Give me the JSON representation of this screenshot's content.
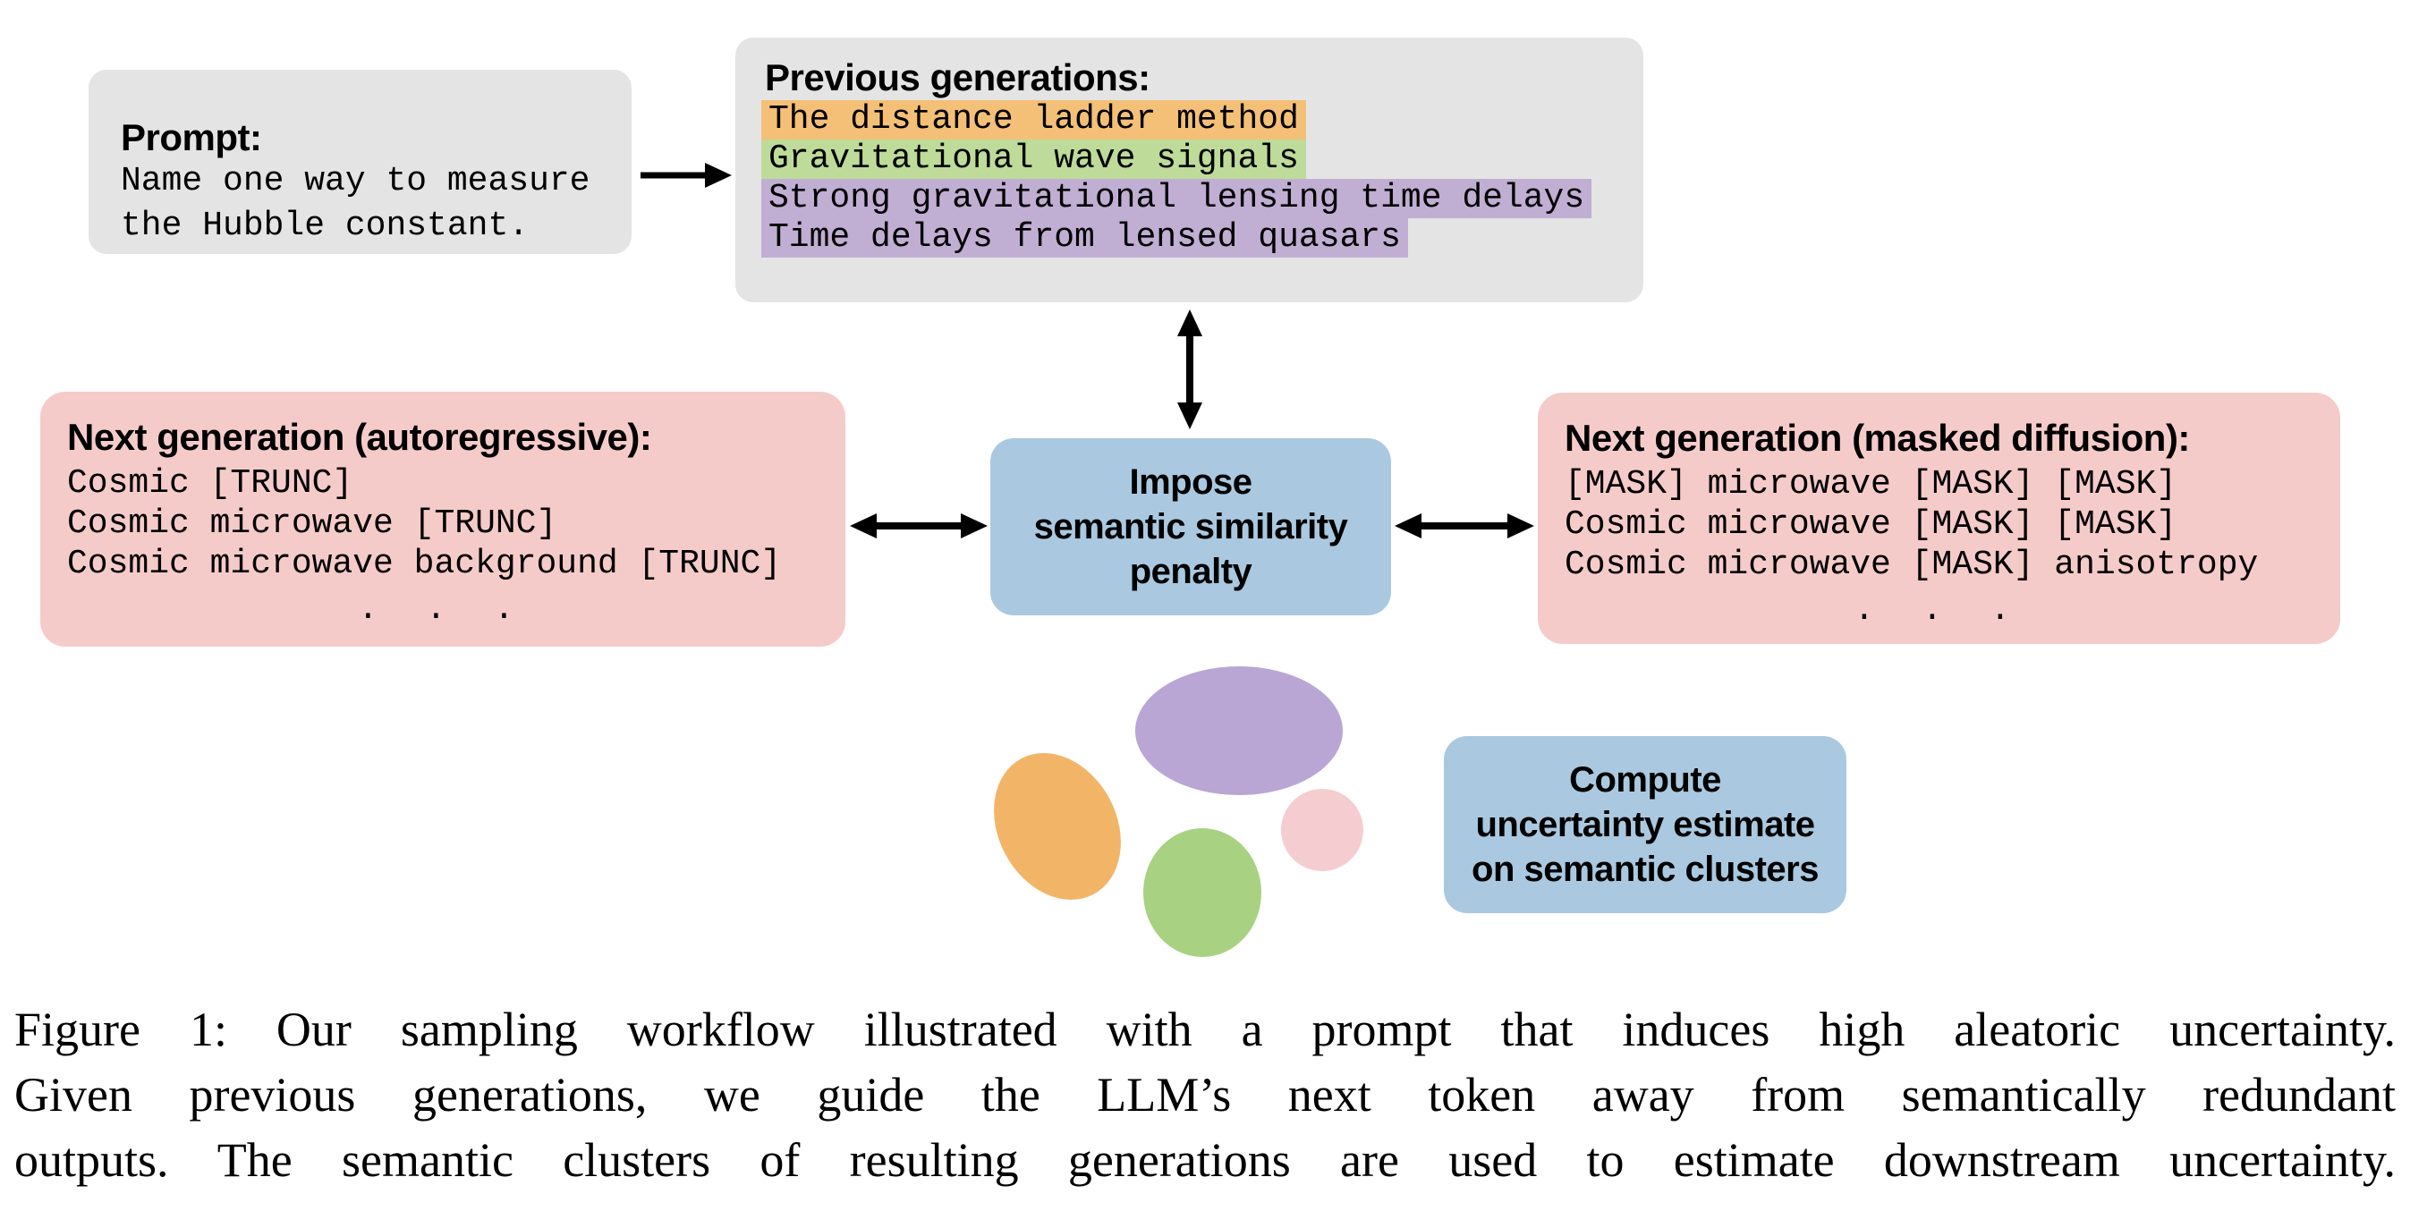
{
  "figure": {
    "prompt_box": {
      "title": "Prompt:",
      "lines": [
        "Name one way to measure",
        "the Hubble constant."
      ]
    },
    "previous_box": {
      "title": "Previous generations:",
      "items": [
        {
          "text": "The distance ladder method",
          "highlight": "#f4c077"
        },
        {
          "text": "Gravitational wave signals",
          "highlight": "#bedb99"
        },
        {
          "text": "Strong gravitational lensing time delays",
          "highlight": "#c1aed3"
        },
        {
          "text": "Time delays from lensed quasars",
          "highlight": "#c1aed3"
        }
      ]
    },
    "autoregressive_box": {
      "title": "Next generation (autoregressive):",
      "lines": [
        "Cosmic [TRUNC]",
        "Cosmic microwave [TRUNC]",
        "Cosmic microwave background [TRUNC]"
      ],
      "ellipsis": ". . ."
    },
    "penalty_box": {
      "lines": [
        "Impose",
        "semantic similarity",
        "penalty"
      ]
    },
    "diffusion_box": {
      "title": "Next generation (masked diffusion):",
      "lines": [
        "[MASK] microwave [MASK] [MASK]",
        "Cosmic microwave [MASK] [MASK]",
        "Cosmic microwave [MASK] anisotropy"
      ],
      "ellipsis": ". . ."
    },
    "compute_box": {
      "lines": [
        "Compute",
        "uncertainty estimate",
        "on semantic clusters"
      ]
    },
    "clusters": [
      {
        "name": "purple semantic cluster",
        "color": "#b9a6d4"
      },
      {
        "name": "orange semantic cluster",
        "color": "#f2b567"
      },
      {
        "name": "green semantic cluster",
        "color": "#a8d282"
      },
      {
        "name": "pink semantic cluster",
        "color": "#f5cdd0"
      }
    ],
    "colors": {
      "box_grey": "#e4e4e4",
      "box_pink": "#f5cbc9",
      "box_blue": "#aac9e0",
      "arrow": "#000000"
    }
  },
  "caption": {
    "lines": [
      "Figure 1: Our sampling workflow illustrated with a prompt that induces high aleatoric uncertainty.",
      "Given previous generations, we guide the LLM’s next token away from semantically redundant",
      "outputs. The semantic clusters of resulting generations are used to estimate downstream uncertainty."
    ]
  }
}
